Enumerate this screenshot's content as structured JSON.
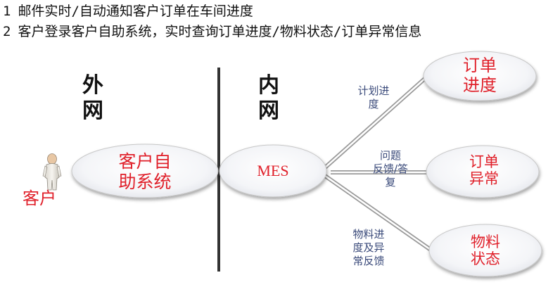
{
  "notes": [
    {
      "num": "1",
      "text": "邮件实时/自动通知客户订单在车间进度"
    },
    {
      "num": "2",
      "text": "客户登录客户自助系统，实时查询订单进度/物料状态/订单异常信息"
    }
  ],
  "zones": {
    "outer": [
      "外",
      "网"
    ],
    "inner": [
      "内",
      "网"
    ]
  },
  "actor": {
    "label": "客户",
    "icon": "person-icon"
  },
  "nodes": {
    "self_service": [
      "客户自",
      "助系统"
    ],
    "mes": "MES",
    "order_progress": [
      "订单",
      "进度"
    ],
    "order_exception": [
      "订单",
      "异常"
    ],
    "material_status": [
      "物料",
      "状态"
    ]
  },
  "edge_labels": {
    "plan_progress": [
      "计划进",
      "度"
    ],
    "issue_feedback": [
      "问题",
      "反馈/答",
      "复"
    ],
    "material_feedback": [
      "物料进",
      "度及异",
      "常反馈"
    ]
  },
  "colors": {
    "node_text": "#e0202a",
    "edge_label": "#3a4a7a",
    "divider": "#333333"
  }
}
